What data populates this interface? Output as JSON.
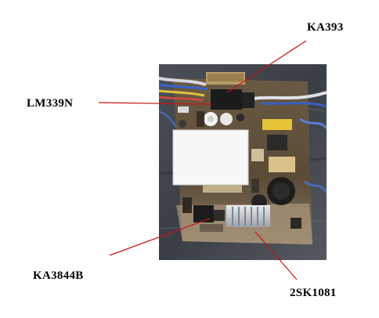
{
  "labels": {
    "ka393": "KA393",
    "lm339n": "LM339N",
    "ka3844b": "KA3844B",
    "sk1081": "2SK1081"
  },
  "colors": {
    "background": "#ffffff",
    "pointer_line": "#c81414",
    "label_text": "#000000"
  },
  "photo": {
    "subject": "power-supply-circuit-board"
  }
}
